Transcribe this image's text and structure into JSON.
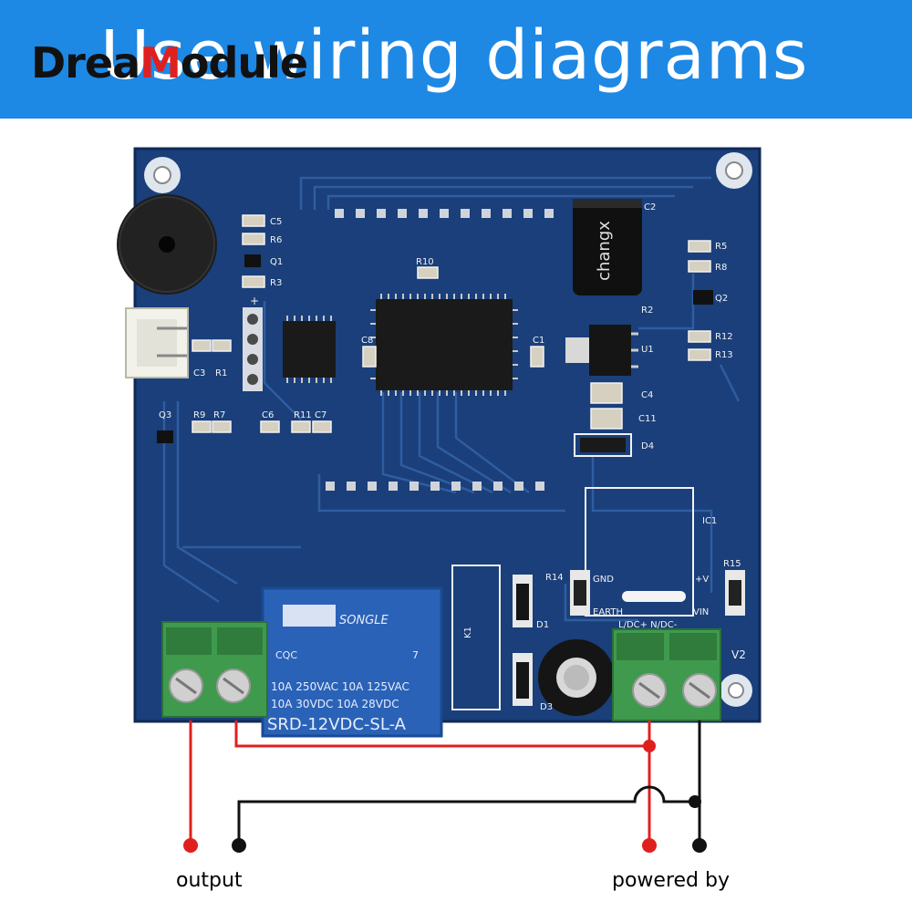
{
  "header": {
    "title": "Use wiring diagrams",
    "logo_part1": "Drea",
    "logo_accent": "M",
    "logo_part2": "odule"
  },
  "board": {
    "buzzer_labels": [
      "C5",
      "R6",
      "Q1",
      "R3"
    ],
    "left_labels": [
      "C3",
      "R1",
      "Q3",
      "R9",
      "R7",
      "C6",
      "R11",
      "C7"
    ],
    "center_labels": [
      "R10",
      "C8",
      "C1"
    ],
    "right_labels": [
      "C2",
      "R5",
      "R8",
      "Q2",
      "R12",
      "R13",
      "R2",
      "U1",
      "C4",
      "C11",
      "D4"
    ],
    "plus_mark": "+",
    "ic1_label": "IC1",
    "r14_label": "R14",
    "r15_label": "R15",
    "gnd_label": "GND",
    "plusv_label": "+V",
    "earth_label": "EARTH",
    "vin_label": "VIN",
    "acdc_label": "L/DC+ N/DC-",
    "v2_label": "V2",
    "d1_label": "D1",
    "d3_label": "D3",
    "k1_label": "K1",
    "capacitor_brand": "changx",
    "relay": {
      "brand": "SONGLE",
      "line1": "10A 250VAC  10A 125VAC",
      "line2": "10A  30VDC  10A  28VDC",
      "model": "SRD-12VDC-SL-A",
      "cert": "CQC",
      "ul_num": "7"
    }
  },
  "labels": {
    "output": "output",
    "powered_by": "powered by"
  },
  "colors": {
    "header_bg": "#1e88e5",
    "pcb": "#1a3f7a",
    "terminal": "#3f9a4e",
    "wire_red": "#e0201f",
    "wire_black": "#111111",
    "relay": "#2a62b8"
  }
}
